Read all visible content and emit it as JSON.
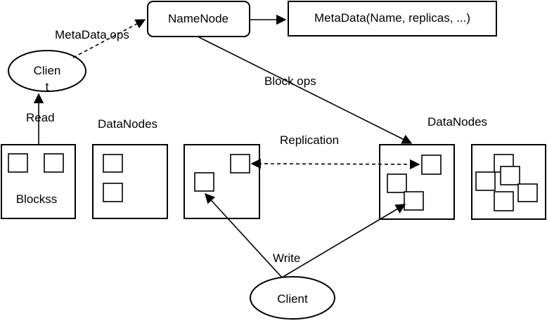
{
  "nodes": {
    "namenode": "NameNode",
    "metadata": "MetaData(Name, replicas, ...)",
    "client_top_line1": "Clien",
    "client_top_line2": "t",
    "client_bottom": "Client"
  },
  "labels": {
    "metadata_ops": "MetaData ops",
    "block_ops": "Block ops",
    "read": "Read",
    "write": "Write",
    "replication": "Replication",
    "datanodes_left": "DataNodes",
    "datanodes_right": "DataNodes",
    "blocks": "Blockss"
  }
}
